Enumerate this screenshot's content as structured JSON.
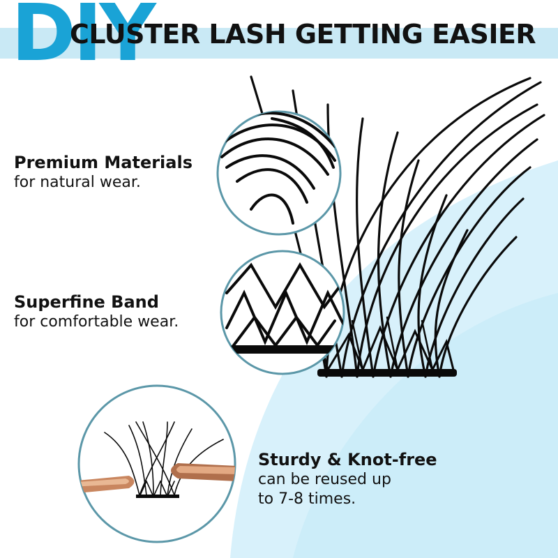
{
  "header": {
    "brand_word": "DIY",
    "headline": "CLUSTER LASH GETTING EASIER"
  },
  "features": [
    {
      "title": "Premium Materials",
      "description": "for natural wear."
    },
    {
      "title": "Superfine Band",
      "description": "for comfortable wear."
    },
    {
      "title": "Sturdy & Knot-free",
      "description_line1": "can be reused up",
      "description_line2": "to 7-8 times."
    }
  ],
  "colors": {
    "accent": "#1aa3d6",
    "band": "#c9e9f5",
    "backdrop": "#d8f1fb",
    "circle_border": "#5b97a8",
    "text": "#111111"
  },
  "icons": [
    "lash-cluster-image",
    "zoom-circle-lash-tips",
    "zoom-circle-lash-band",
    "zoom-circle-tweezers"
  ]
}
